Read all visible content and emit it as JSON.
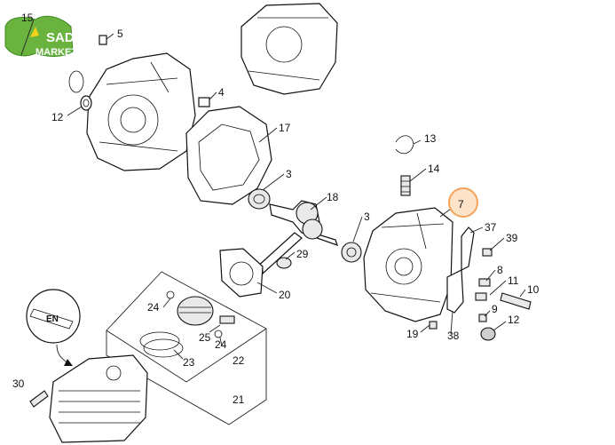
{
  "logo": {
    "line1": "SAD",
    "line2": "MARKET"
  },
  "callouts": [
    {
      "id": "c15",
      "text": "15"
    },
    {
      "id": "c5",
      "text": "5"
    },
    {
      "id": "c12a",
      "text": "12"
    },
    {
      "id": "c4",
      "text": "4"
    },
    {
      "id": "c17",
      "text": "17"
    },
    {
      "id": "c13",
      "text": "13"
    },
    {
      "id": "c14",
      "text": "14"
    },
    {
      "id": "c3a",
      "text": "3"
    },
    {
      "id": "c18",
      "text": "18"
    },
    {
      "id": "c3b",
      "text": "3"
    },
    {
      "id": "c7",
      "text": "7"
    },
    {
      "id": "c37",
      "text": "37"
    },
    {
      "id": "c39",
      "text": "39"
    },
    {
      "id": "c8",
      "text": "8"
    },
    {
      "id": "c11",
      "text": "11"
    },
    {
      "id": "c10",
      "text": "10"
    },
    {
      "id": "c9",
      "text": "9"
    },
    {
      "id": "c12b",
      "text": "12"
    },
    {
      "id": "c19",
      "text": "19"
    },
    {
      "id": "c38",
      "text": "38"
    },
    {
      "id": "c29",
      "text": "29"
    },
    {
      "id": "c20",
      "text": "20"
    },
    {
      "id": "c24a",
      "text": "24"
    },
    {
      "id": "c25",
      "text": "25"
    },
    {
      "id": "c24b",
      "text": "24"
    },
    {
      "id": "c23",
      "text": "23"
    },
    {
      "id": "c22",
      "text": "22"
    },
    {
      "id": "c21",
      "text": "21"
    },
    {
      "id": "c30",
      "text": "30"
    }
  ],
  "highlight": {
    "callout": "7",
    "color": "#f3a35c"
  },
  "badge_text": "ЕN",
  "colors": {
    "logo_green": "#6ab33e",
    "logo_yellow": "#f4d21a",
    "line": "#111111"
  }
}
